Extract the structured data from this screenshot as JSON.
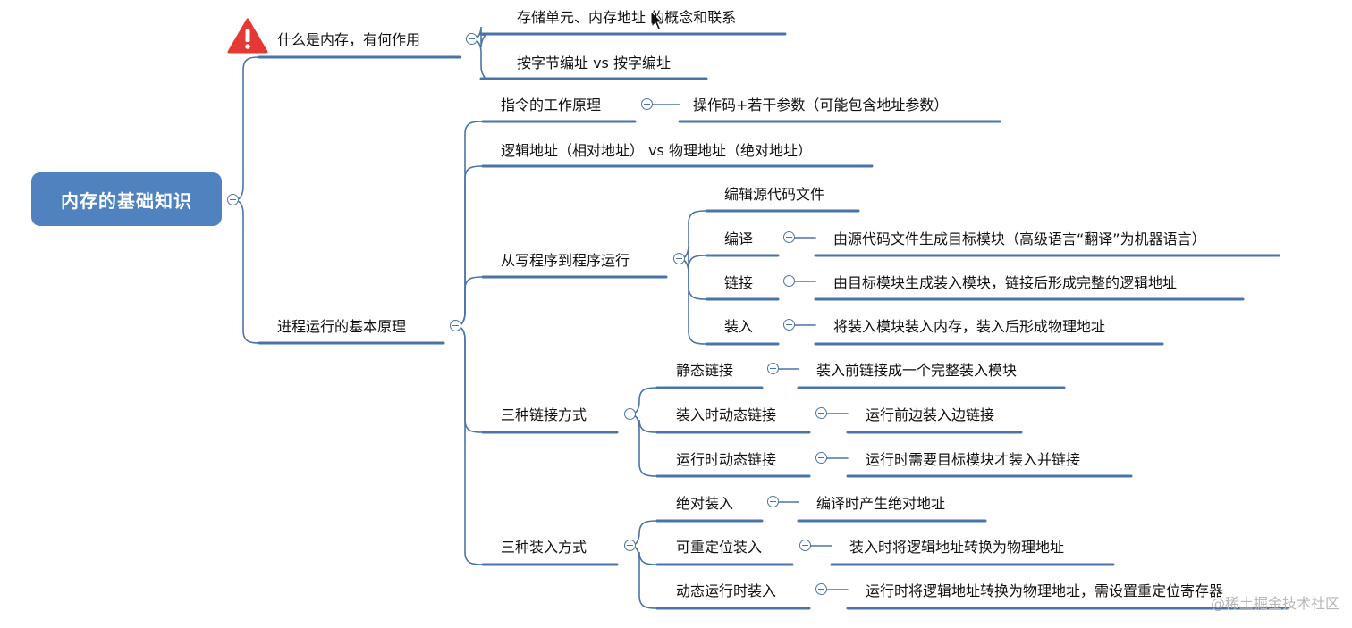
{
  "root": {
    "label": "内存的基础知识"
  },
  "branches": [
    {
      "label": "什么是内存，有何作用",
      "children": [
        {
          "label": "存储单元、内存地址 的概念和联系"
        },
        {
          "label": "按字节编址 vs 按字编址"
        }
      ]
    },
    {
      "label": "进程运行的基本原理",
      "children": [
        {
          "label": "指令的工作原理",
          "children": [
            {
              "label": "操作码+若干参数（可能包含地址参数）"
            }
          ]
        },
        {
          "label": "逻辑地址（相对地址） vs 物理地址（绝对地址）"
        },
        {
          "label": "从写程序到程序运行",
          "children": [
            {
              "label": "编辑源代码文件"
            },
            {
              "label": "编译",
              "children": [
                {
                  "label": "由源代码文件生成目标模块（高级语言“翻译”为机器语言）"
                }
              ]
            },
            {
              "label": "链接",
              "children": [
                {
                  "label": "由目标模块生成装入模块，链接后形成完整的逻辑地址"
                }
              ]
            },
            {
              "label": "装入",
              "children": [
                {
                  "label": "将装入模块装入内存，装入后形成物理地址"
                }
              ]
            }
          ]
        },
        {
          "label": "三种链接方式",
          "children": [
            {
              "label": "静态链接",
              "children": [
                {
                  "label": "装入前链接成一个完整装入模块"
                }
              ]
            },
            {
              "label": "装入时动态链接",
              "children": [
                {
                  "label": "运行前边装入边链接"
                }
              ]
            },
            {
              "label": "运行时动态链接",
              "children": [
                {
                  "label": "运行时需要目标模块才装入并链接"
                }
              ]
            }
          ]
        },
        {
          "label": "三种装入方式",
          "children": [
            {
              "label": "绝对装入",
              "children": [
                {
                  "label": "编译时产生绝对地址"
                }
              ]
            },
            {
              "label": "可重定位装入",
              "children": [
                {
                  "label": "装入时将逻辑地址转换为物理地址"
                }
              ]
            },
            {
              "label": "动态运行时装入",
              "children": [
                {
                  "label": "运行时将逻辑地址转换为物理地址，需设置重定位寄存器"
                }
              ]
            }
          ]
        }
      ]
    }
  ],
  "watermark": "@稀土掘金技术社区",
  "colors": {
    "root_fill": "#4f82bf",
    "line": "#4a74a8",
    "warning": "#e53935"
  }
}
